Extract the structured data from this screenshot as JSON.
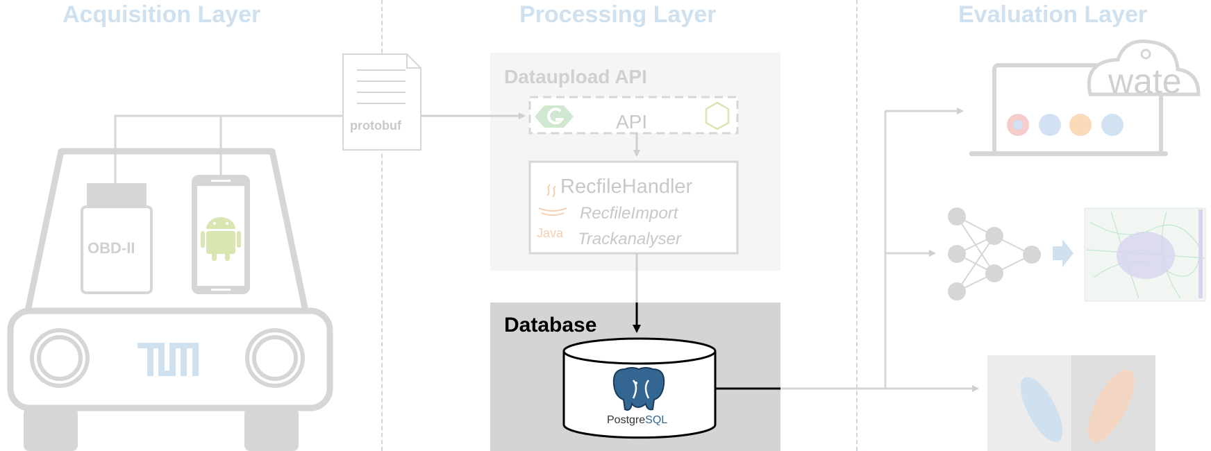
{
  "layers": {
    "acquisition": "Acquisition Layer",
    "processing": "Processing Layer",
    "evaluation": "Evaluation Layer"
  },
  "acquisition": {
    "obd_label": "OBD-II",
    "protobuf_label": "protobuf",
    "car_logo_text": "TUM"
  },
  "processing": {
    "upload_title": "Dataupload API",
    "api_label": "API",
    "recfile_handler": "RecfileHandler",
    "recfile_import": "RecfileImport",
    "trackanalyser": "Trackanalyser",
    "java_label": "Java",
    "database_title": "Database",
    "postgres_label_a": "Postgre",
    "postgres_label_b": "SQL"
  },
  "evaluation": {
    "wate_label": "wate"
  },
  "colors": {
    "faded_gray": "#d4d4d4",
    "faded_blue": "#cfe0ee",
    "database_bg": "#d4d4d4",
    "upload_bg": "#f5f5f5",
    "black": "#000000"
  }
}
